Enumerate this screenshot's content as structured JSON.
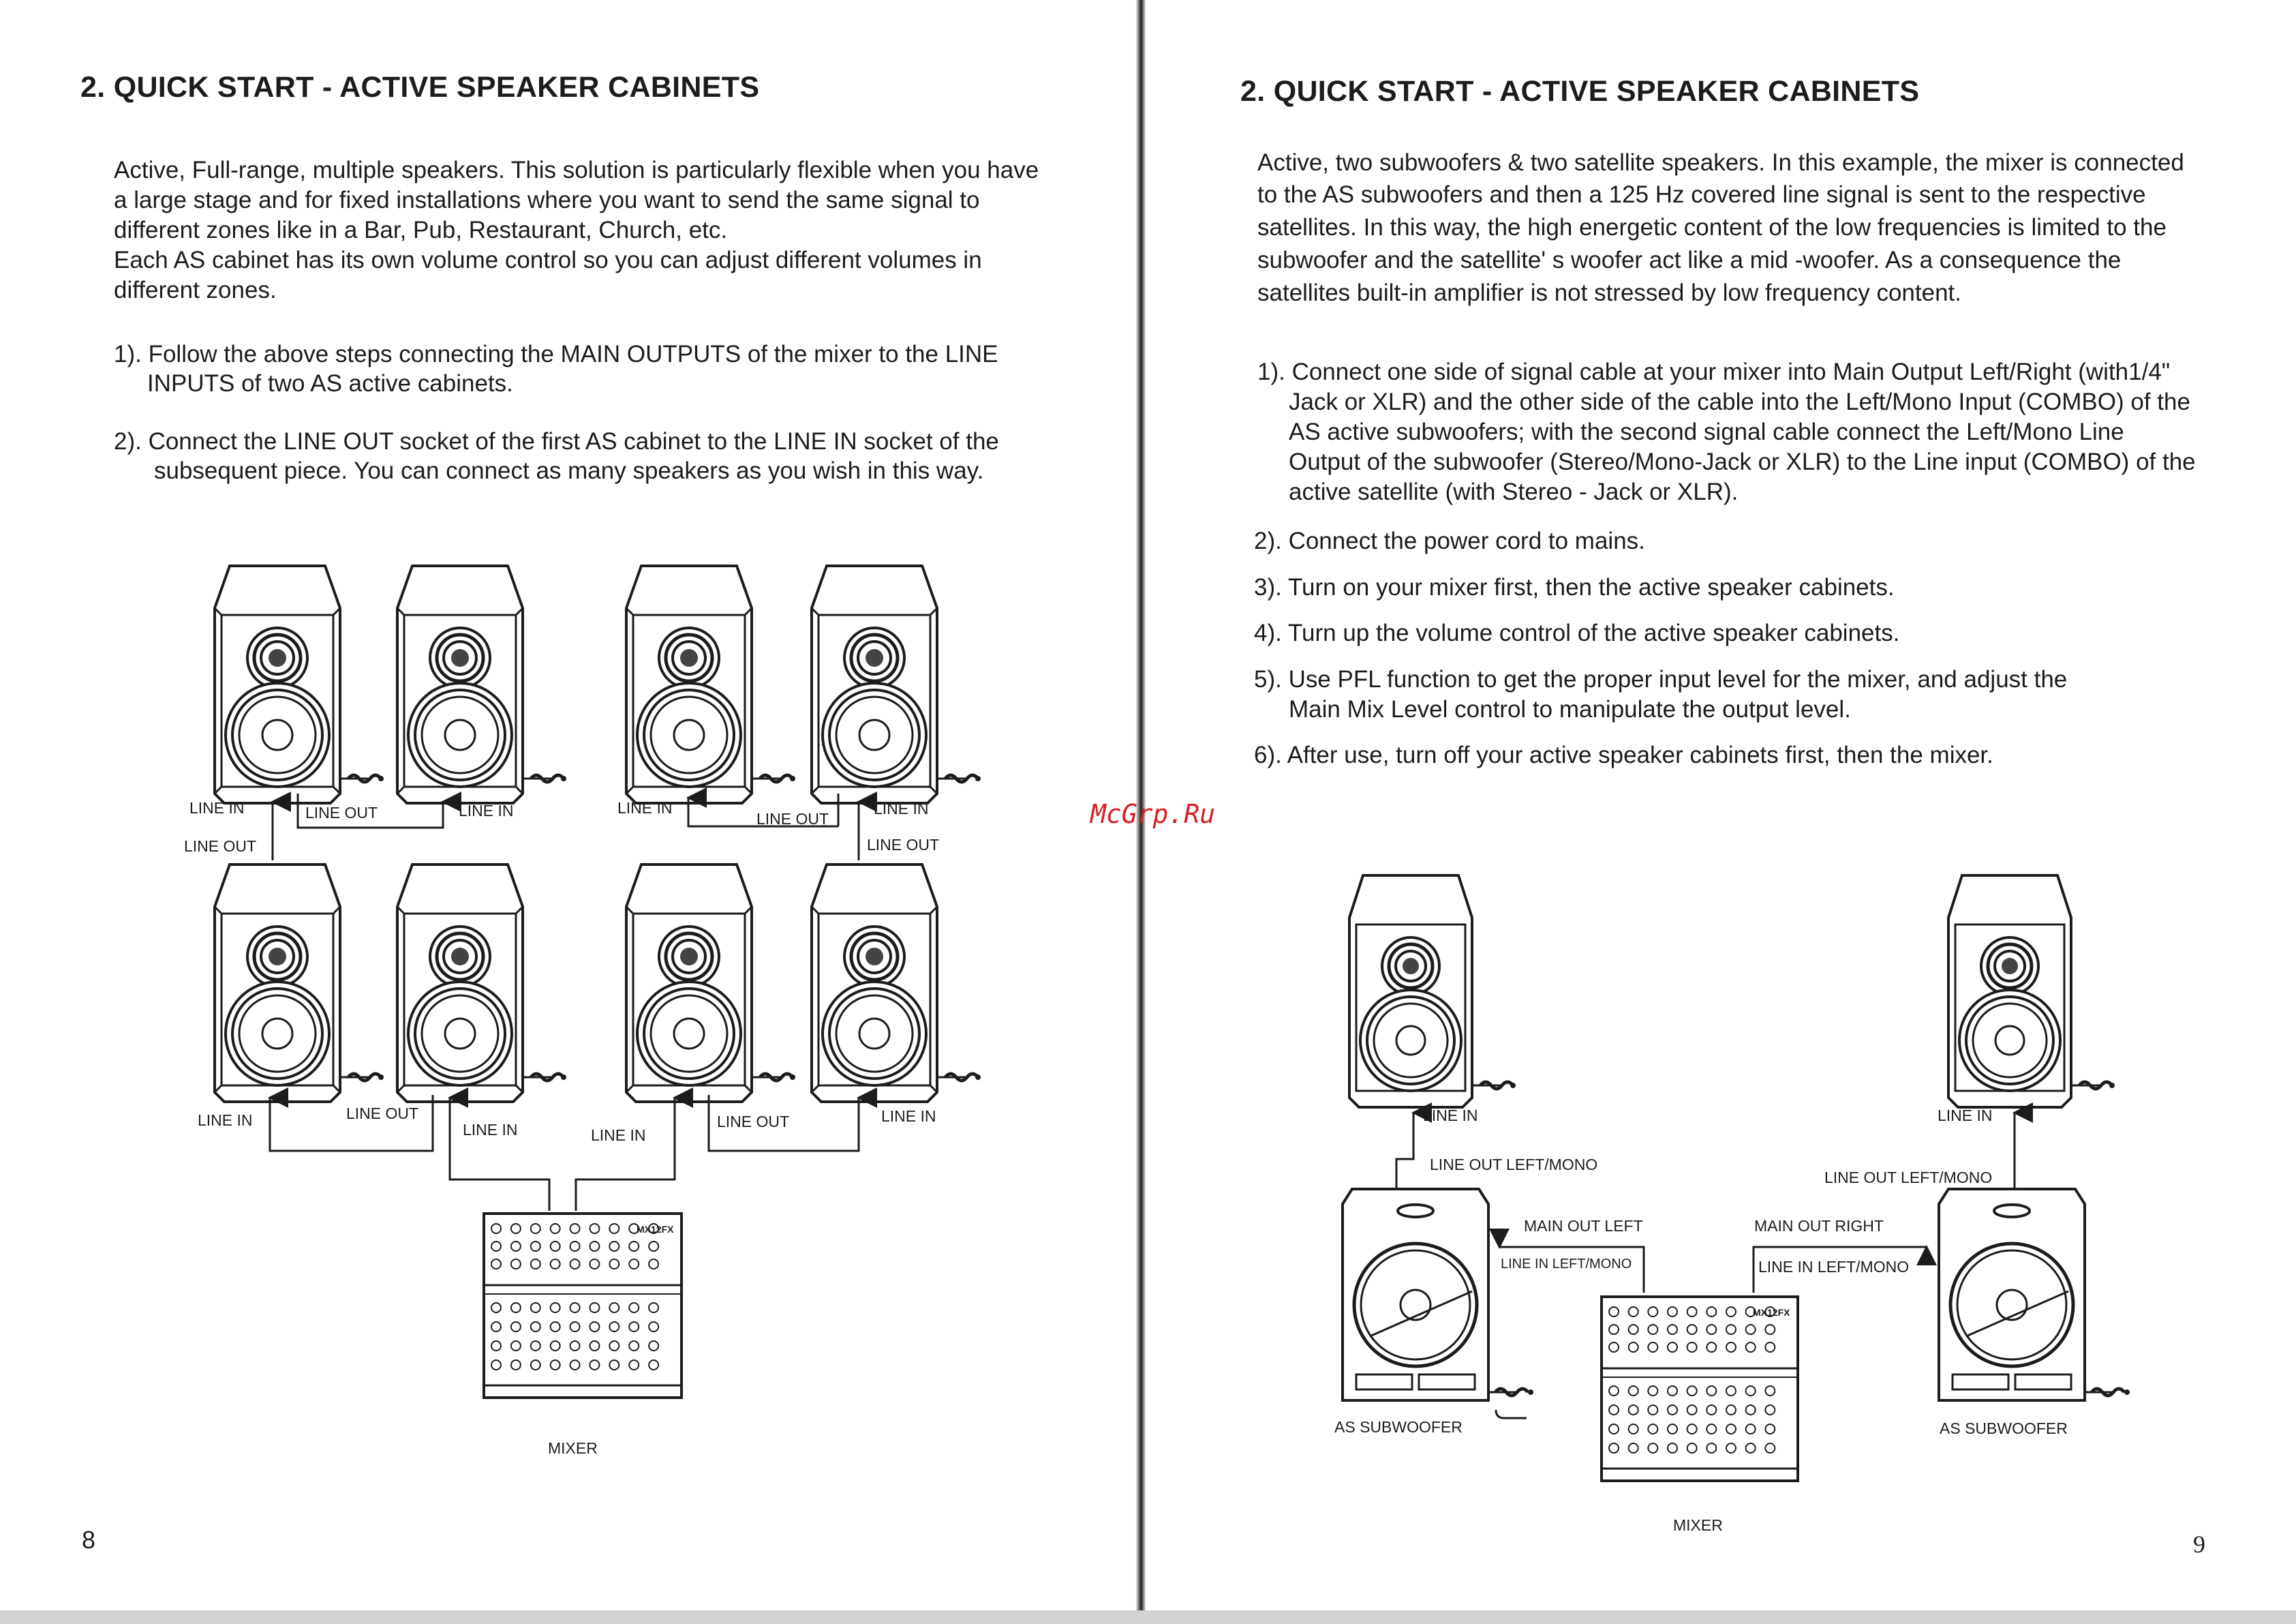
{
  "left": {
    "title": "2. QUICK START - ACTIVE SPEAKER CABINETS",
    "intro_lines": [
      "Active, Full-range, multiple speakers. This solution is particularly flexible when you have",
      "a large stage and for fixed installations where you want to send the same signal to",
      "different zones like in a Bar, Pub, Restaurant, Church, etc.",
      "Each AS cabinet has its own volume control so you can adjust different volumes in",
      "different zones."
    ],
    "steps": [
      {
        "line1": "1). Follow the above steps connecting the MAIN OUTPUTS of the mixer to the LINE",
        "line2": "INPUTS of two AS active cabinets."
      },
      {
        "line1": "2). Connect the LINE OUT socket of the first AS cabinet to the LINE IN socket of the",
        "line2": "subsequent piece. You can connect as many speakers as you wish in this way."
      }
    ],
    "labels": {
      "line_in": "LINE IN",
      "line_out": "LINE OUT",
      "mixer": "MIXER",
      "mixer_model": "MX12FX"
    },
    "page_number": "8"
  },
  "right": {
    "title": "2. QUICK START - ACTIVE SPEAKER CABINETS",
    "intro_lines": [
      "Active, two subwoofers & two satellite speakers. In this example, the mixer is connected",
      "to the AS subwoofers and then a 125 Hz covered line signal is sent to the respective",
      "satellites. In this way, the high energetic content of the low frequencies is limited to the",
      "subwoofer and the satellite' s woofer act like a mid -woofer. As a consequence the",
      "satellites built-in amplifier is not stressed by low frequency content."
    ],
    "steps": [
      {
        "lines": [
          "1). Connect one side of signal cable at your mixer into Main Output Left/Right (with1/4\"",
          "Jack or XLR) and the other side of the cable into the Left/Mono Input (COMBO) of the",
          "AS active subwoofers; with the second signal cable connect the Left/Mono  Line",
          "Output of the subwoofer (Stereo/Mono-Jack or XLR) to the Line input (COMBO) of the",
          "active satellite (with Stereo - Jack or XLR)."
        ]
      },
      {
        "lines": [
          "2). Connect the power cord to mains."
        ]
      },
      {
        "lines": [
          "3). Turn on your mixer first, then the active speaker cabinets."
        ]
      },
      {
        "lines": [
          "4). Turn up the volume control of the active speaker cabinets."
        ]
      },
      {
        "lines": [
          "5). Use PFL function to get the proper input level for the mixer, and adjust the",
          "Main Mix Level control to manipulate the output level."
        ]
      },
      {
        "lines": [
          "6). After use, turn off your active speaker cabinets first, then the mixer."
        ]
      }
    ],
    "labels": {
      "line_in": "LINE IN",
      "line_out_left_mono": "LINE OUT LEFT/MONO",
      "main_out_left": "MAIN OUT LEFT",
      "main_out_right": "MAIN OUT RIGHT",
      "line_in_left_mono": "LINE IN LEFT/MONO",
      "as_subwoofer": "AS SUBWOOFER",
      "mixer": "MIXER",
      "mixer_model": "MX12FX"
    },
    "page_number": "9"
  },
  "watermark": "McGrp.Ru"
}
